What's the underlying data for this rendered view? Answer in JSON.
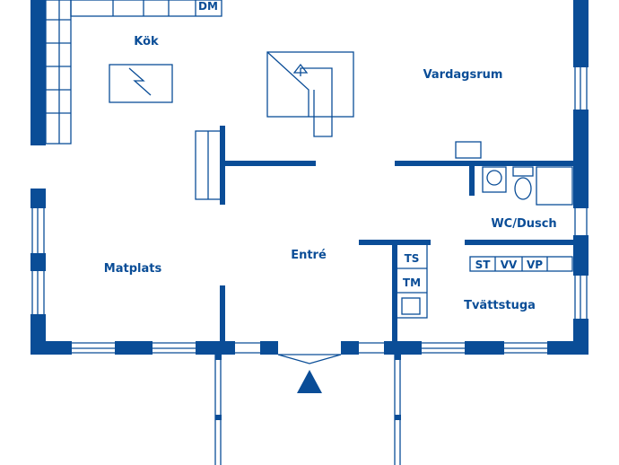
{
  "rooms": {
    "kitchen": "Kök",
    "living": "Vardagsrum",
    "entrance": "Entré",
    "dining": "Matplats",
    "bathroom": "WC/Dusch",
    "laundry": "Tvättstuga"
  },
  "appliances": {
    "dishwasher": "DM",
    "dryer": "TS",
    "washer": "TM",
    "drying_cabinet": "ST",
    "water_heater": "VV",
    "heat_pump": "VP"
  },
  "colors": {
    "wall": "#0a4d97",
    "background": "#ffffff"
  },
  "icons": [
    "entrance-arrow-icon",
    "stove-icon",
    "toilet-icon",
    "sink-icon"
  ]
}
